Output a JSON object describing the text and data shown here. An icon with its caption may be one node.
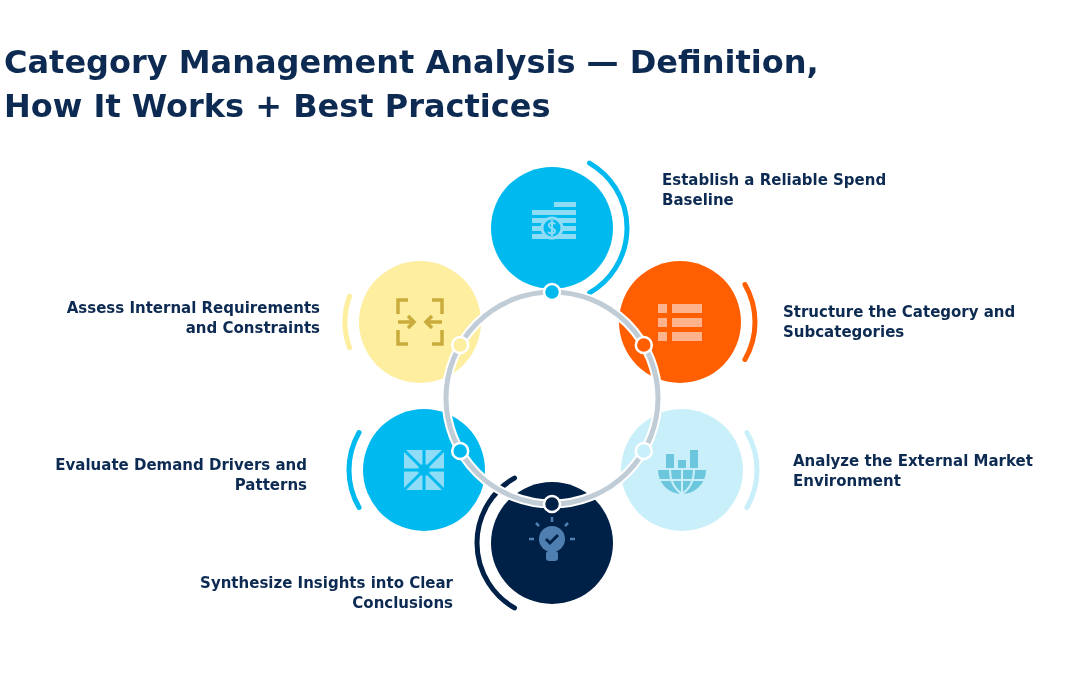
{
  "diagram": {
    "title": "Category Management Analysis — Definition, How It Works + Best Practices",
    "nodes": [
      {
        "text": [],
        "shape": "circle",
        "beside": [
          "Establish a Reliable Spend Baseline"
        ]
      },
      {
        "text": [],
        "shape": "circle",
        "beside": [
          "Assess Internal Requirements and Constraints"
        ]
      },
      {
        "text": [],
        "shape": "circle",
        "beside": [
          "Structure the Category and Subcategories"
        ]
      },
      {
        "text": [],
        "shape": "circle",
        "beside": [
          "Evaluate Demand Drivers and Patterns"
        ]
      },
      {
        "text": [],
        "shape": "circle",
        "beside": [
          "Analyze the External Market Environment"
        ]
      },
      {
        "text": [],
        "shape": "circle",
        "beside": [
          "Synthesize Insights into Clear Conclusions"
        ]
      }
    ],
    "edges": []
  }
}
